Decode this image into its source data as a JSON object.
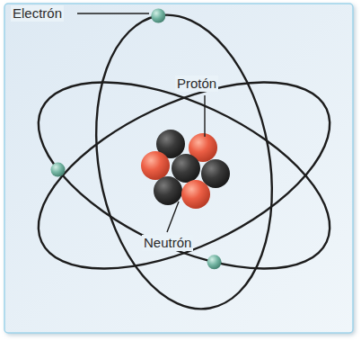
{
  "diagram": {
    "labels": [
      "Electrón",
      "Protón",
      "Neutrón"
    ]
  }
}
